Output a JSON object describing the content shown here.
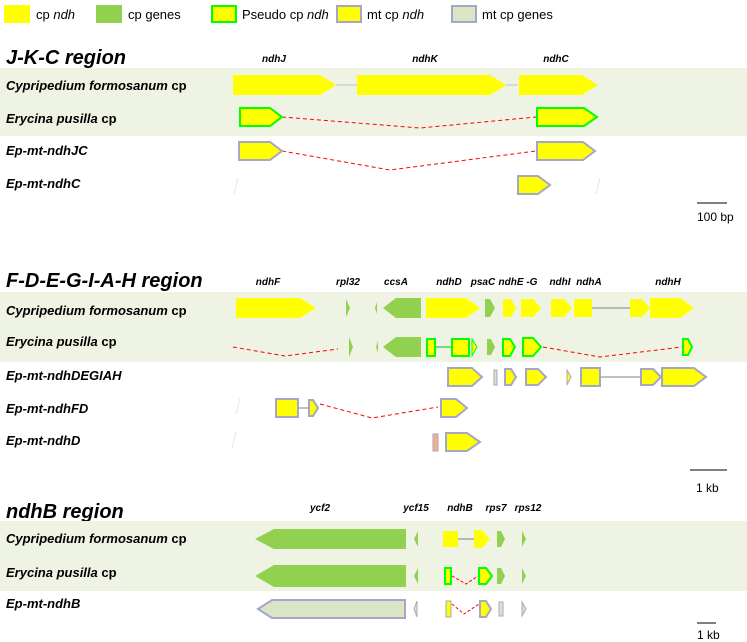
{
  "legend": [
    {
      "text": "cp ",
      "italic": "ndh",
      "kind": "cp-ndh"
    },
    {
      "text": "cp genes",
      "italic": "",
      "kind": "cp-genes"
    },
    {
      "text": "Pseudo cp ",
      "italic": "ndh",
      "kind": "pseudo"
    },
    {
      "text": "mt cp ",
      "italic": "ndh",
      "kind": "mt-ndh"
    },
    {
      "text": "mt cp genes",
      "italic": "",
      "kind": "mt-genes"
    }
  ],
  "colors": {
    "yellow": "#ffff00",
    "green": "#92d050",
    "pseudo_border": "#00ff00",
    "mt_border": "#a6a6c8",
    "mt_gene_fill": "#d9e5c3",
    "band": "#eef3e4",
    "dash": "#ff0000",
    "line": "#808080"
  },
  "regions": [
    {
      "title": "J-K-C region",
      "gene_labels": [
        "ndhJ",
        "ndhK",
        "ndhC"
      ],
      "rows": [
        {
          "name_italic": "Cypripedium formosanum",
          "name_suffix": " cp",
          "bold_all": false
        },
        {
          "name_italic": "Erycina pusilla",
          "name_suffix": " cp",
          "bold_all": false
        },
        {
          "name_italic": "",
          "name_suffix": "Ep-mt-ndhJC",
          "bold_all": true
        },
        {
          "name_italic": "",
          "name_suffix": "Ep-mt-ndhC",
          "bold_all": true
        }
      ],
      "scale": "100 bp"
    },
    {
      "title": "F-D-E-G-I-A-H region",
      "gene_labels": [
        "ndhF",
        "rpl32",
        "ccsA",
        "ndhD",
        "psaC",
        "ndhE -G",
        "ndhI",
        "ndhA",
        "ndhH"
      ],
      "rows": [
        {
          "name_italic": "Cypripedium formosanum",
          "name_suffix": " cp",
          "bold_all": false
        },
        {
          "name_italic": "Erycina pusilla",
          "name_suffix": " cp",
          "bold_all": false
        },
        {
          "name_italic": "",
          "name_suffix": "Ep-mt-ndhDEGIAH",
          "bold_all": true
        },
        {
          "name_italic": "",
          "name_suffix": "Ep-mt-ndhFD",
          "bold_all": true
        },
        {
          "name_italic": "",
          "name_suffix": "Ep-mt-ndhD",
          "bold_all": true
        }
      ],
      "scale": "1 kb"
    },
    {
      "title": "ndhB region",
      "gene_labels": [
        "ycf2",
        "ycf15",
        "ndhB",
        "rps7",
        "rps12"
      ],
      "rows": [
        {
          "name_italic": "Cypripedium formosanum",
          "name_suffix": " cp",
          "bold_all": false
        },
        {
          "name_italic": "Erycina pusilla",
          "name_suffix": " cp",
          "bold_all": false
        },
        {
          "name_italic": "",
          "name_suffix": "Ep-mt-ndhB",
          "bold_all": true
        }
      ],
      "scale": "1 kb"
    }
  ]
}
